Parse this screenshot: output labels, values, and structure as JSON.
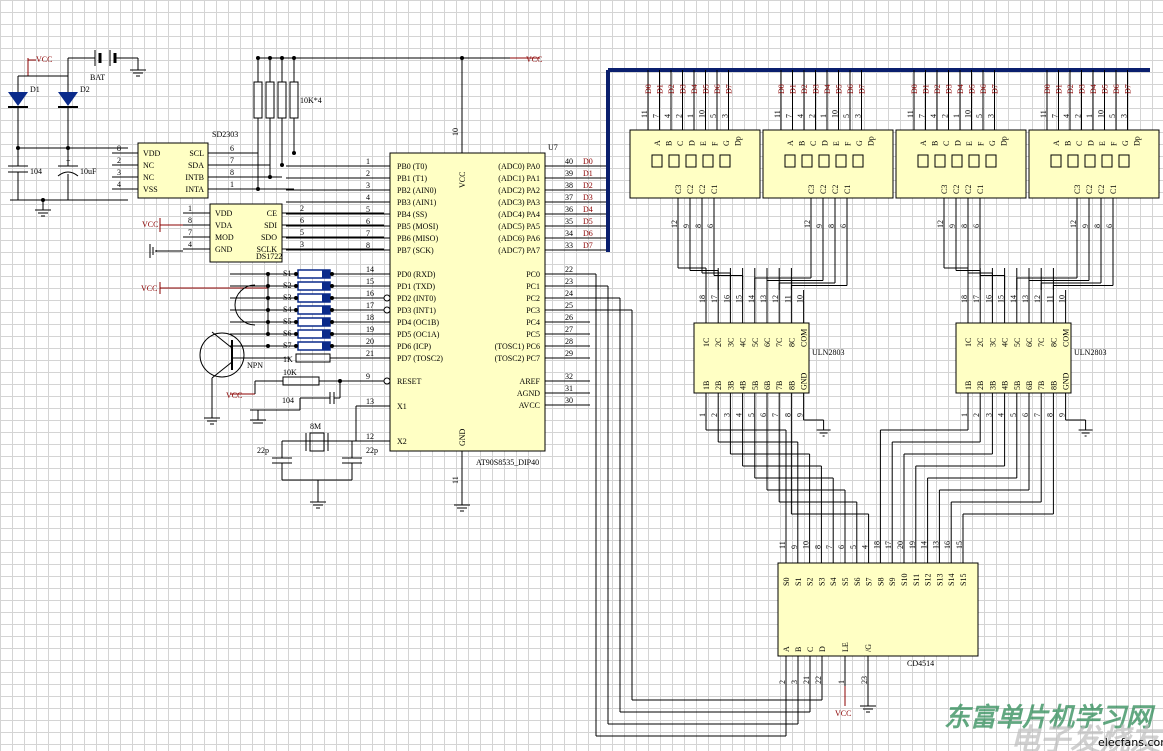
{
  "power": {
    "vcc": "VCC"
  },
  "components": {
    "d1": "D1",
    "d2": "D2",
    "bat": "BAT",
    "cap104": "104",
    "cap10uf": "10uF",
    "res10k4": "10K*4",
    "res1k": "1K",
    "res10k": "10K",
    "cap104b": "104",
    "xtal": "8M",
    "c22a": "22p",
    "c22b": "22p",
    "npn": "NPN",
    "switches": [
      "S1",
      "S2",
      "S3",
      "S4",
      "S5",
      "S6",
      "S7"
    ]
  },
  "sd2303": {
    "name": "SD2303",
    "left_pins": [
      "VDD",
      "NC",
      "NC",
      "VSS"
    ],
    "right_pins": [
      "SCL",
      "SDA",
      "INTB",
      "INTA"
    ],
    "left_nums": [
      "8",
      "2",
      "3",
      "4"
    ],
    "right_nums": [
      "6",
      "7",
      "8",
      "1"
    ]
  },
  "ds1722": {
    "name": "DS1722",
    "left_pins": [
      "VDD",
      "VDA",
      "MOD",
      "GND"
    ],
    "right_pins": [
      "CE",
      "SDI",
      "SDO",
      "SCLK"
    ],
    "left_nums": [
      "1",
      "8",
      "7",
      "4"
    ],
    "right_nums": [
      "2",
      "6",
      "5",
      "3"
    ]
  },
  "mcu": {
    "ref": "U7",
    "name": "AT90S8535_DIP40",
    "vcc": "VCC",
    "vcc_pin": "10",
    "gnd": "GND",
    "gnd_pin": "11",
    "left_pins": [
      "PB0 (T0)",
      "PB1 (T1)",
      "PB2 (AIN0)",
      "PB3 (AIN1)",
      "PB4 (SS)",
      "PB5 (MOSI)",
      "PB6 (MISO)",
      "PB7 (SCK)",
      "PD0 (RXD)",
      "PD1 (TXD)",
      "PD2 (INT0)",
      "PD3 (INT1)",
      "PD4 (OC1B)",
      "PD5 (OC1A)",
      "PD6 (ICP)",
      "PD7 (TOSC2)",
      "RESET",
      "X1",
      "X2"
    ],
    "left_nums": [
      "1",
      "2",
      "3",
      "4",
      "5",
      "6",
      "7",
      "8",
      "14",
      "15",
      "16",
      "17",
      "18",
      "19",
      "20",
      "21",
      "9",
      "13",
      "12"
    ],
    "right_pins": [
      "(ADC0) PA0",
      "(ADC1) PA1",
      "(ADC2) PA2",
      "(ADC3) PA3",
      "(ADC4) PA4",
      "(ADC5) PA5",
      "(ADC6) PA6",
      "(ADC7) PA7",
      "PC0",
      "PC1",
      "PC2",
      "PC3",
      "PC4",
      "PC5",
      "(TOSC1) PC6",
      "(TOSC2) PC7",
      "AREF",
      "AGND",
      "AVCC"
    ],
    "right_nums": [
      "40",
      "39",
      "38",
      "37",
      "36",
      "35",
      "34",
      "33",
      "22",
      "23",
      "24",
      "25",
      "26",
      "27",
      "28",
      "29",
      "32",
      "31",
      "30"
    ],
    "bus_labels": [
      "D0",
      "D1",
      "D2",
      "D3",
      "D4",
      "D5",
      "D6",
      "D7"
    ]
  },
  "display": {
    "seg_labels": [
      "A",
      "B",
      "C",
      "D",
      "E",
      "F",
      "G",
      "Dp"
    ],
    "com_labels": [
      "C3",
      "C2",
      "C2",
      "C1"
    ],
    "top_labels": [
      "D0",
      "D1",
      "D2",
      "D3",
      "D4",
      "D5",
      "D6",
      "D7"
    ],
    "top_nums": [
      "11",
      "7",
      "4",
      "2",
      "1",
      "10",
      "5",
      "3"
    ],
    "bottom_nums": [
      "12",
      "9",
      "8",
      "6"
    ]
  },
  "uln2803": {
    "name": "ULN2803",
    "top_pins": [
      "1C",
      "2C",
      "3C",
      "4C",
      "5C",
      "6C",
      "7C",
      "8C",
      "COM"
    ],
    "bottom_pins": [
      "1B",
      "2B",
      "3B",
      "4B",
      "5B",
      "6B",
      "7B",
      "8B",
      "GND"
    ],
    "top_nums": [
      "18",
      "17",
      "16",
      "15",
      "14",
      "13",
      "12",
      "11",
      "10"
    ],
    "bottom_nums": [
      "1",
      "2",
      "3",
      "4",
      "5",
      "6",
      "7",
      "8",
      "9"
    ]
  },
  "cd4514": {
    "name": "CD4514",
    "outputs": [
      "S0",
      "S1",
      "S2",
      "S3",
      "S4",
      "S5",
      "S6",
      "S7",
      "S8",
      "S9",
      "S10",
      "S11",
      "S12",
      "S13",
      "S14",
      "S15"
    ],
    "output_nums": [
      "11",
      "9",
      "10",
      "8",
      "7",
      "6",
      "5",
      "4",
      "18",
      "17",
      "20",
      "19",
      "14",
      "13",
      "16",
      "15"
    ],
    "inputs": [
      "A",
      "B",
      "C",
      "D",
      "LE",
      "/G"
    ],
    "input_nums": [
      "2",
      "3",
      "21",
      "22",
      "1",
      "23"
    ]
  },
  "watermark": {
    "cn": "东富单片机学习网",
    "en": "电子发烧友",
    "url": "elecfans.com"
  }
}
